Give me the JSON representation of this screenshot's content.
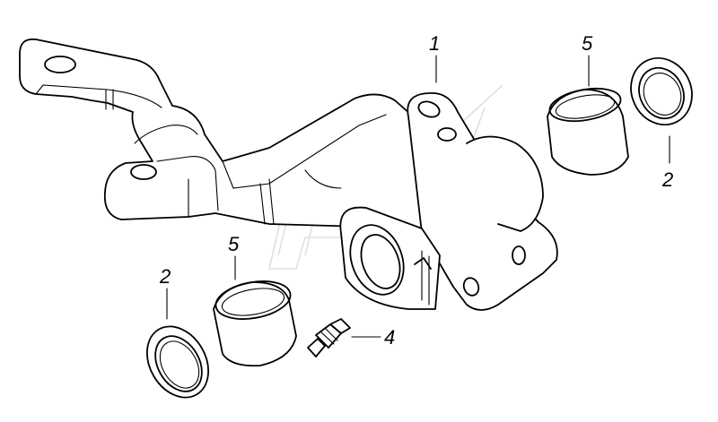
{
  "diagram": {
    "type": "exploded-parts-drawing",
    "line_color": "#000000",
    "background_color": "#ffffff",
    "watermark_color": "#d9d9d9",
    "callouts": [
      {
        "id": "c1",
        "label": "1"
      },
      {
        "id": "c5a",
        "label": "5"
      },
      {
        "id": "c2a",
        "label": "2"
      },
      {
        "id": "c5b",
        "label": "5"
      },
      {
        "id": "c2b",
        "label": "2"
      },
      {
        "id": "c4",
        "label": "4"
      }
    ]
  }
}
